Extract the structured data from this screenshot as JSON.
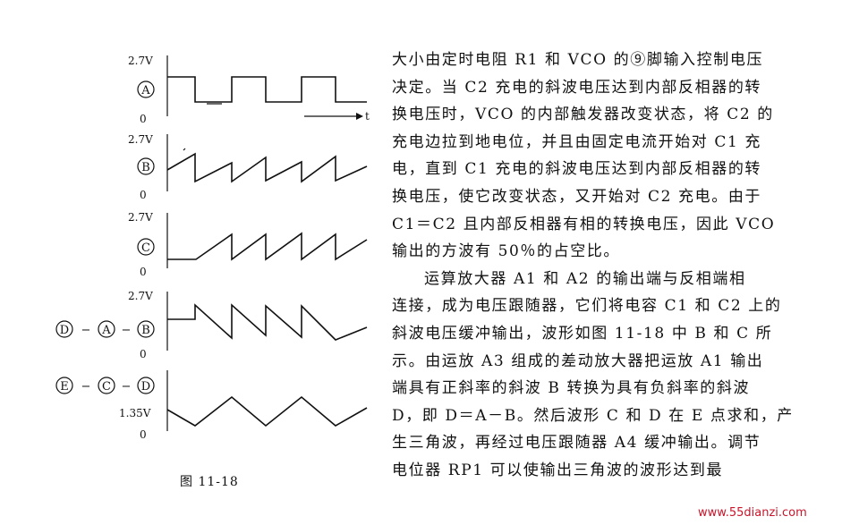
{
  "figure": {
    "caption": "图 11-18",
    "time_axis_label": "t",
    "panels": [
      {
        "id": "A",
        "circle": "A",
        "top_value": "2.7V",
        "zero": "0"
      },
      {
        "id": "B",
        "circle": "B",
        "top_value": "2.7V",
        "zero": "0"
      },
      {
        "id": "C",
        "circle": "C",
        "top_value": "2.7V",
        "zero": "0"
      },
      {
        "id": "D",
        "circle": "B",
        "top_value": "2.7V",
        "zero": "0",
        "expr": [
          {
            "c": "D"
          },
          {
            "op": "−"
          },
          {
            "c": "A"
          },
          {
            "op": "−"
          },
          {
            "c": "B"
          }
        ]
      },
      {
        "id": "E",
        "circle": "D",
        "mid_value": "1.35V",
        "zero": "0",
        "expr": [
          {
            "c": "E"
          },
          {
            "op": "−"
          },
          {
            "c": "C"
          },
          {
            "op": "−"
          },
          {
            "c": "D"
          }
        ]
      }
    ]
  },
  "text_lines": [
    "大小由定时电阻 R1 和 VCO 的⑨脚输入控制电压",
    "决定。当 C2 充电的斜波电压达到内部反相器的转",
    "换电压时，VCO 的内部触发器改变状态，将 C2 的",
    "充电边拉到地电位，并且由固定电流开始对 C1 充",
    "电，直到 C1 充电的斜波电压达到内部反相器的转",
    "换电压，使它改变状态，又开始对 C2 充电。由于",
    "C1＝C2 且内部反相器有相的转换电压，因此 VCO",
    "输出的方波有 50％的占空比。",
    "运算放大器 A1 和 A2 的输出端与反相端相",
    "连接，成为电压跟随器，它们将电容 C1 和 C2 上的",
    "斜波电压缓冲输出，波形如图 11-18 中 B 和 C 所",
    "示。由运放 A3 组成的差动放大器把运放 A1 输出",
    "端具有正斜率的斜波 B 转换为具有负斜率的斜波",
    "D，即 D＝A－B。然后波形 C 和 D 在 E 点求和，产",
    "生三角波，再经过电压跟随器 A4 缓冲输出。调节",
    "电位器 RP1 可以使输出三角波的波形达到最"
  ],
  "watermark": "www.55dianzi.com"
}
